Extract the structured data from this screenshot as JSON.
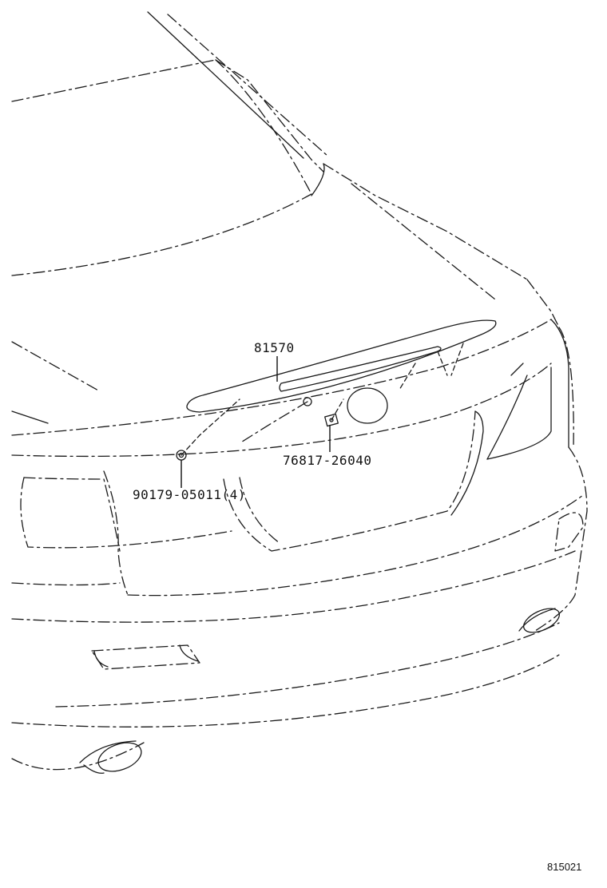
{
  "diagram": {
    "figure_number": "815021",
    "parts": [
      {
        "id": "spoiler",
        "part_number": "81570"
      },
      {
        "id": "nut",
        "part_number": "76817-26040"
      },
      {
        "id": "screw",
        "part_number": "90179-05011(4)"
      }
    ]
  }
}
